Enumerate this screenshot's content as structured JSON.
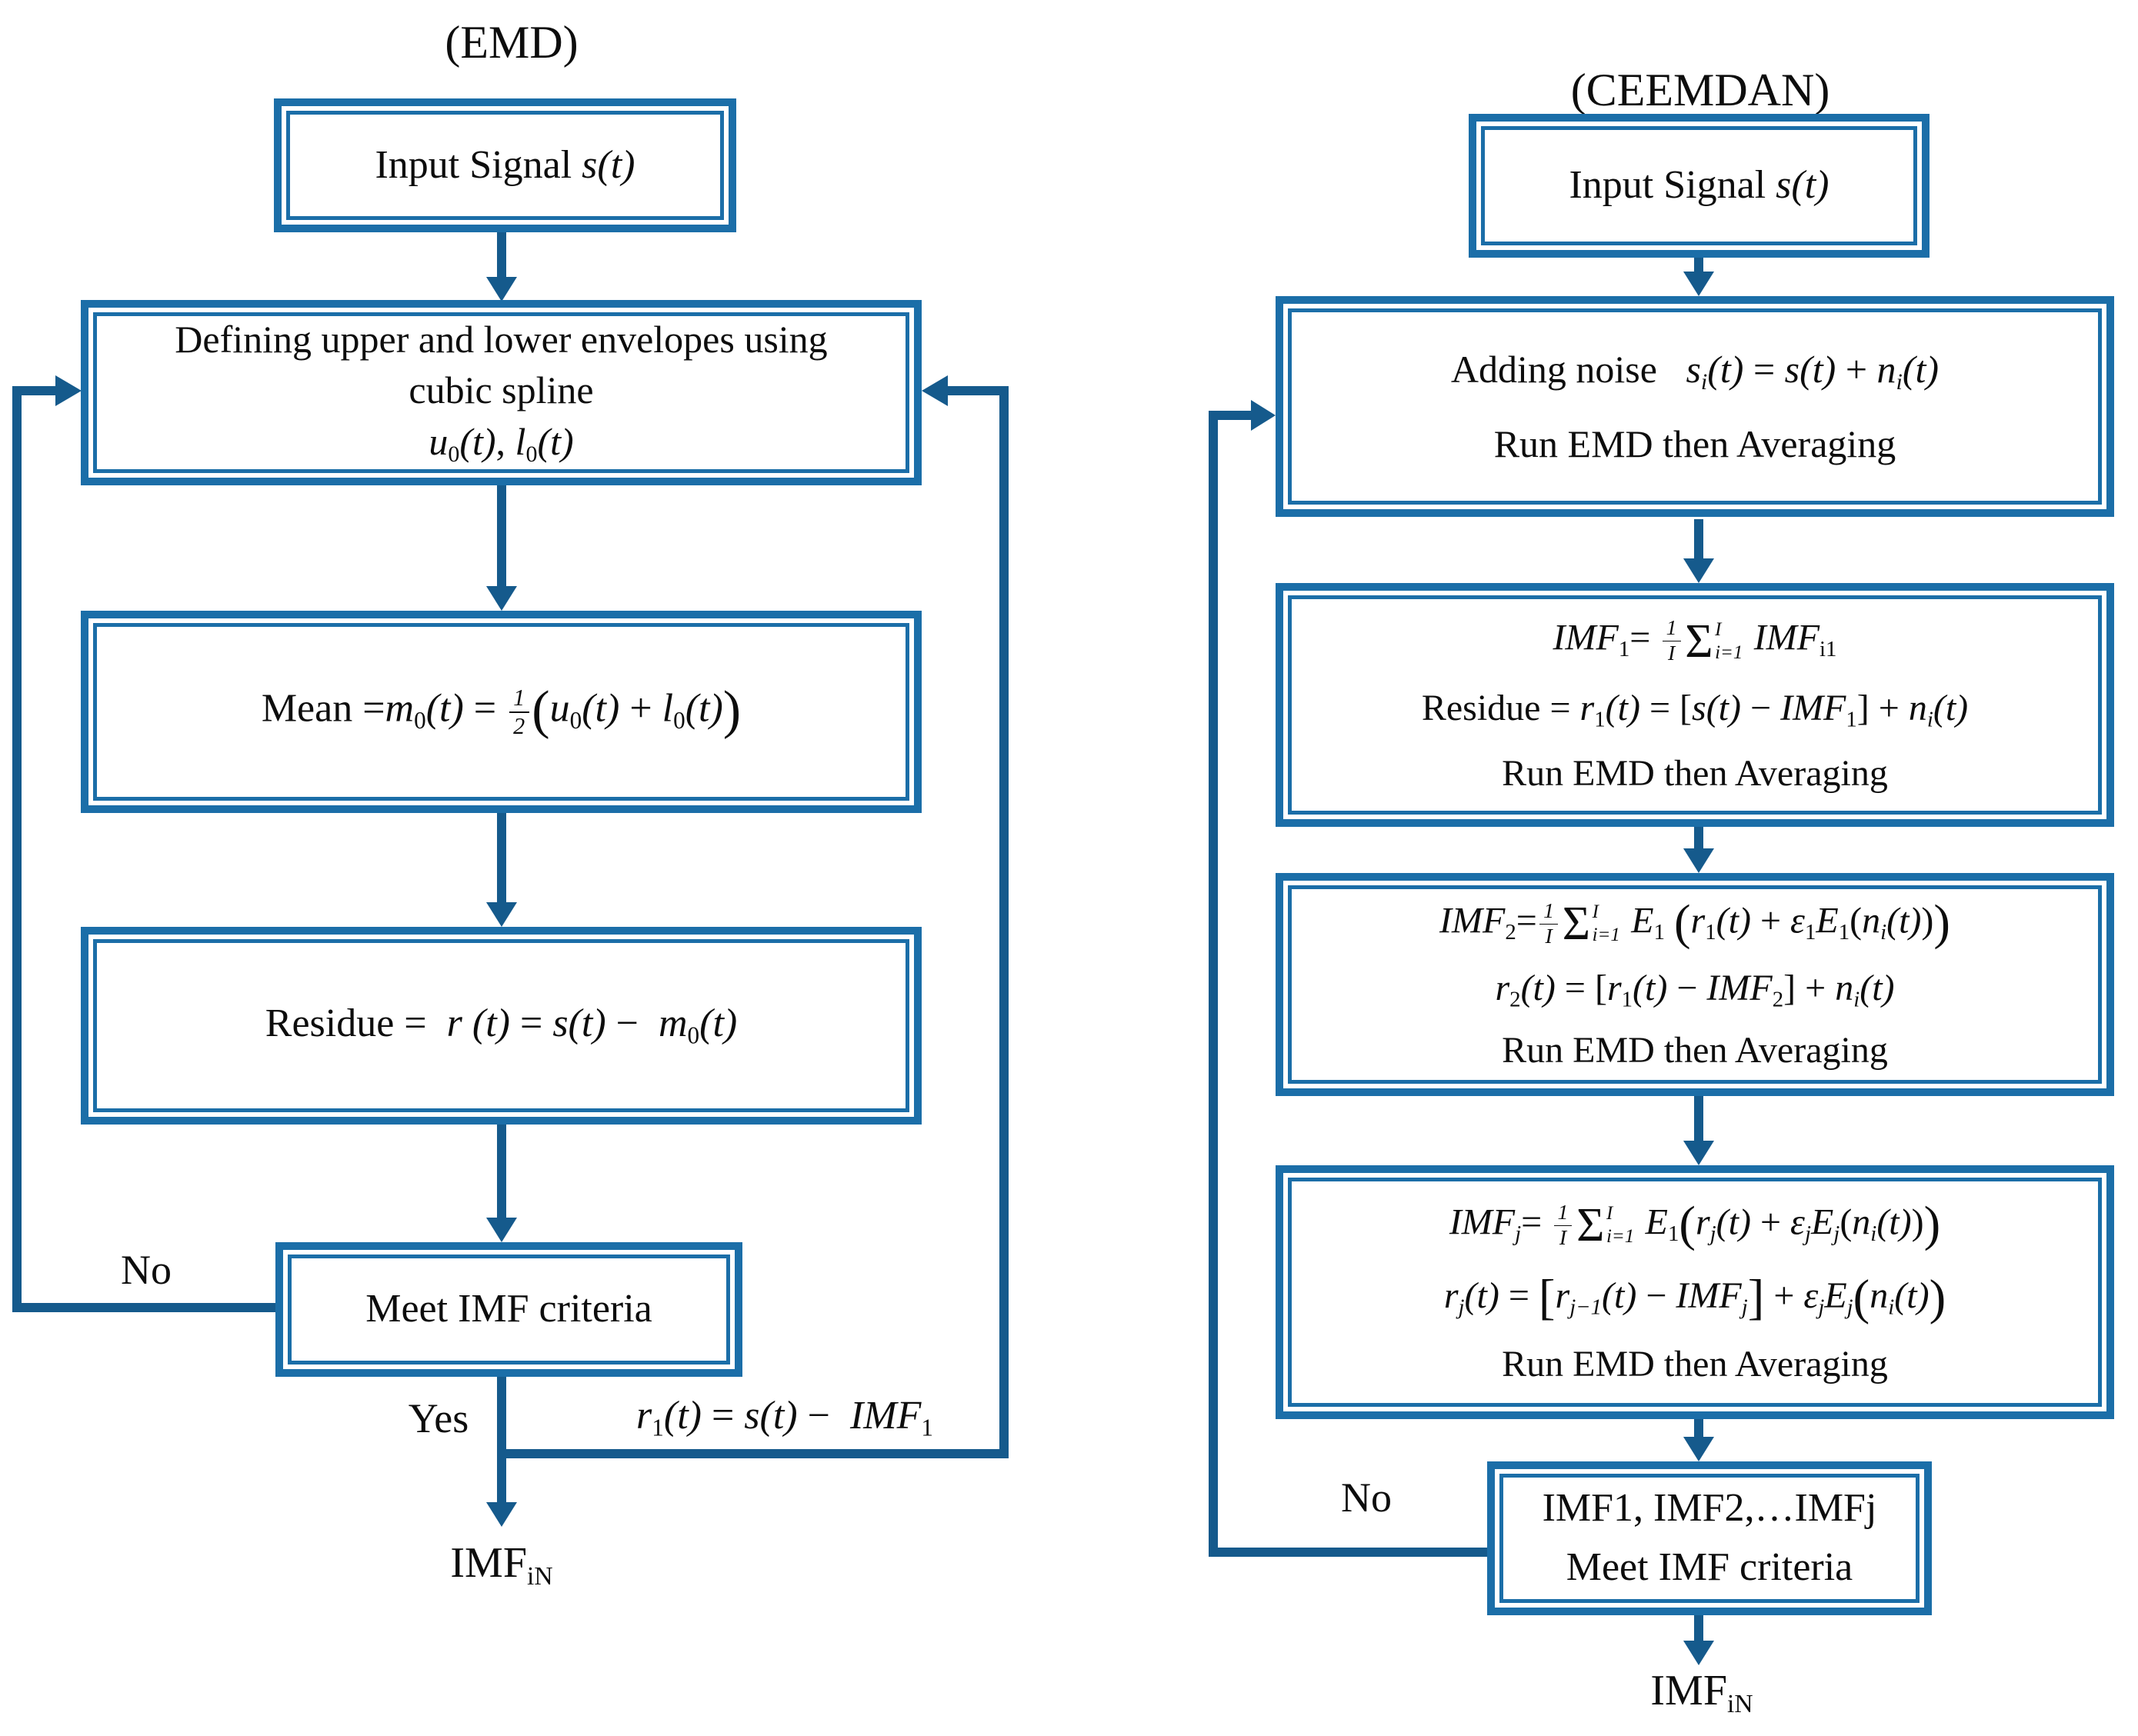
{
  "palette": {
    "box_border": "#1b6ea8",
    "connector": "#155a8c",
    "text_color": "#0d0d0d",
    "background": "#ffffff"
  },
  "math": {
    "sum_symbol": "Σ"
  },
  "emd": {
    "title": "(EMD)",
    "no_label": "No",
    "yes_label": "Yes",
    "residue_update_label": [
      {
        "i": "r"
      },
      {
        "d": "1"
      },
      {
        "i": "(t)"
      },
      {
        "r": " = "
      },
      {
        "i": "s(t)"
      },
      {
        "r": " −  "
      },
      {
        "i": "IMF"
      },
      {
        "d": "1"
      }
    ],
    "output_label": [
      {
        "r": "IMF"
      },
      {
        "d": "iN"
      }
    ],
    "boxes": {
      "input_signal": {
        "lines": [
          [
            {
              "r": "Input Signal "
            },
            {
              "i": "s"
            },
            {
              "i": "(t)"
            }
          ]
        ]
      },
      "envelopes": {
        "lines": [
          [
            {
              "r": "Defining upper and lower envelopes using"
            }
          ],
          [
            {
              "r": "cubic spline"
            }
          ],
          [
            {
              "i": "u"
            },
            {
              "d": "0"
            },
            {
              "i": "(t)"
            },
            {
              "r": ", "
            },
            {
              "i": "l"
            },
            {
              "d": "0"
            },
            {
              "i": "(t)"
            }
          ]
        ]
      },
      "mean": {
        "lines": [
          [
            {
              "r": "Mean ="
            },
            {
              "i": "m"
            },
            {
              "d": "0"
            },
            {
              "i": "(t)"
            },
            {
              "r": " = "
            },
            {
              "f": [
                "1",
                "2"
              ]
            },
            {
              "g": "("
            },
            {
              "i": "u"
            },
            {
              "d": "0"
            },
            {
              "i": "(t)"
            },
            {
              "r": " + "
            },
            {
              "i": "l"
            },
            {
              "d": "0"
            },
            {
              "i": "(t)"
            },
            {
              "g": ")"
            }
          ]
        ]
      },
      "residue": {
        "lines": [
          [
            {
              "r": "Residue =  "
            },
            {
              "i": "r"
            },
            {
              "r": " "
            },
            {
              "i": "(t)"
            },
            {
              "r": " = "
            },
            {
              "i": "s(t)"
            },
            {
              "r": " −  "
            },
            {
              "i": "m"
            },
            {
              "d": "0"
            },
            {
              "i": "(t)"
            }
          ]
        ]
      },
      "criteria": {
        "lines": [
          [
            {
              "r": "Meet IMF criteria"
            }
          ]
        ]
      }
    }
  },
  "ceemdan": {
    "title": "(CEEMDAN)",
    "no_label": "No",
    "output_label": [
      {
        "r": "IMF"
      },
      {
        "d": "iN"
      }
    ],
    "boxes": {
      "input_signal": {
        "lines": [
          [
            {
              "r": "Input Signal "
            },
            {
              "i": "s"
            },
            {
              "i": "(t)"
            }
          ]
        ]
      },
      "adding_noise": {
        "lines": [
          [
            {
              "r": "Adding noise   "
            },
            {
              "i": "s"
            },
            {
              "b": "i"
            },
            {
              "i": "(t)"
            },
            {
              "r": " = "
            },
            {
              "i": "s(t)"
            },
            {
              "r": " + "
            },
            {
              "i": "n"
            },
            {
              "b": "i"
            },
            {
              "i": "(t)"
            }
          ],
          [
            {
              "r": "Run EMD then Averaging"
            }
          ]
        ]
      },
      "imf1": {
        "lines": [
          [
            {
              "i": "IMF"
            },
            {
              "d": "1"
            },
            {
              "r": "= "
            },
            {
              "f": [
                "1",
                "I"
              ]
            },
            {
              "s": [
                "I",
                "i=1"
              ]
            },
            {
              "r": " "
            },
            {
              "i": "IMF"
            },
            {
              "d": "i1"
            }
          ],
          [
            {
              "r": "Residue = "
            },
            {
              "i": "r"
            },
            {
              "d": "1"
            },
            {
              "i": "(t)"
            },
            {
              "r": " = ["
            },
            {
              "i": "s(t)"
            },
            {
              "r": " − "
            },
            {
              "i": "IMF"
            },
            {
              "d": "1"
            },
            {
              "r": "] + "
            },
            {
              "i": "n"
            },
            {
              "b": "i"
            },
            {
              "i": "(t)"
            }
          ],
          [
            {
              "r": "Run EMD then Averaging"
            }
          ]
        ]
      },
      "imf2": {
        "lines": [
          [
            {
              "i": "IMF"
            },
            {
              "d": "2"
            },
            {
              "r": "="
            },
            {
              "f": [
                "1",
                "I"
              ]
            },
            {
              "s": [
                "I",
                "i=1"
              ]
            },
            {
              "r": " "
            },
            {
              "i": "E"
            },
            {
              "d": "1"
            },
            {
              "r": " "
            },
            {
              "g": "("
            },
            {
              "i": "r"
            },
            {
              "d": "1"
            },
            {
              "i": "(t)"
            },
            {
              "r": " + "
            },
            {
              "i": "ε"
            },
            {
              "d": "1"
            },
            {
              "i": "E"
            },
            {
              "d": "1"
            },
            {
              "r": "("
            },
            {
              "i": "n"
            },
            {
              "b": "i"
            },
            {
              "i": "(t)"
            },
            {
              "r": ")"
            },
            {
              "g": ")"
            }
          ],
          [
            {
              "i": "r"
            },
            {
              "d": "2"
            },
            {
              "i": "(t)"
            },
            {
              "r": " = ["
            },
            {
              "i": "r"
            },
            {
              "d": "1"
            },
            {
              "i": "(t)"
            },
            {
              "r": " − "
            },
            {
              "i": "IMF"
            },
            {
              "d": "2"
            },
            {
              "r": "] + "
            },
            {
              "i": "n"
            },
            {
              "b": "i"
            },
            {
              "i": "(t)"
            }
          ],
          [
            {
              "r": "Run EMD then Averaging"
            }
          ]
        ]
      },
      "imfj": {
        "lines": [
          [
            {
              "i": "IMF"
            },
            {
              "b": "j"
            },
            {
              "r": "= "
            },
            {
              "f": [
                "1",
                "I"
              ]
            },
            {
              "s": [
                "I",
                "i=1"
              ]
            },
            {
              "r": " "
            },
            {
              "i": "E"
            },
            {
              "d": "1"
            },
            {
              "g": "("
            },
            {
              "i": "r"
            },
            {
              "b": "j"
            },
            {
              "i": "(t)"
            },
            {
              "r": " + "
            },
            {
              "i": "ε"
            },
            {
              "b": "j"
            },
            {
              "i": "E"
            },
            {
              "b": "j"
            },
            {
              "r": "("
            },
            {
              "i": "n"
            },
            {
              "b": "i"
            },
            {
              "i": "(t)"
            },
            {
              "r": ")"
            },
            {
              "g": ")"
            }
          ],
          [
            {
              "i": "r"
            },
            {
              "b": "j"
            },
            {
              "i": "(t)"
            },
            {
              "r": " = "
            },
            {
              "g": "["
            },
            {
              "i": "r"
            },
            {
              "b": "j−1"
            },
            {
              "i": "(t)"
            },
            {
              "r": " − "
            },
            {
              "i": "IMF"
            },
            {
              "b": "j"
            },
            {
              "g": "]"
            },
            {
              "r": " + "
            },
            {
              "i": "ε"
            },
            {
              "b": "j"
            },
            {
              "i": "E"
            },
            {
              "b": "j"
            },
            {
              "g": "("
            },
            {
              "i": "n"
            },
            {
              "b": "i"
            },
            {
              "i": "(t)"
            },
            {
              "g": ")"
            }
          ],
          [
            {
              "r": "Run EMD then Averaging"
            }
          ]
        ]
      },
      "criteria": {
        "lines": [
          [
            {
              "r": "IMF1, IMF2,…IMFj"
            }
          ],
          [
            {
              "r": "Meet IMF criteria"
            }
          ]
        ]
      }
    }
  }
}
